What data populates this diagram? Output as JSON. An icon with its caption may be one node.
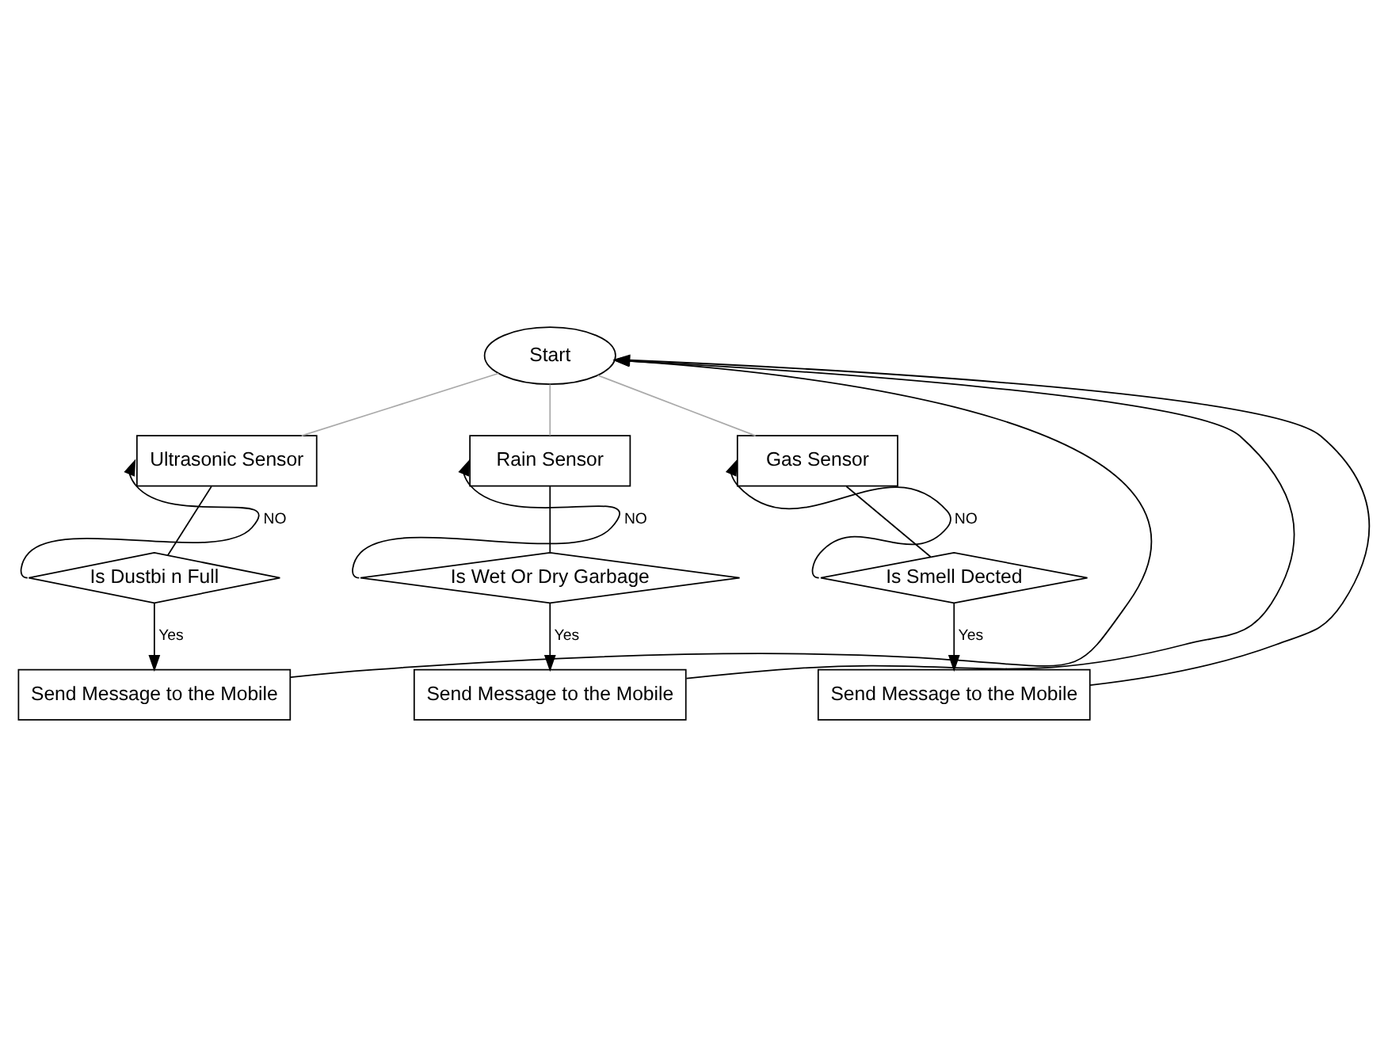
{
  "diagram": {
    "nodes": [
      {
        "text": [
          "Start"
        ]
      },
      {
        "text": [
          "Ultrasonic Sensor"
        ]
      },
      {
        "text": [
          "Rain Sensor"
        ]
      },
      {
        "text": [
          "Gas Sensor"
        ]
      },
      {
        "text": [
          "Is Dustbi n Full"
        ]
      },
      {
        "text": [
          "Is Wet Or Dry Garbage"
        ]
      },
      {
        "text": [
          "Is Smell Dected"
        ]
      },
      {
        "text": [
          "Send Message to the Mobile"
        ]
      },
      {
        "text": [
          "Send Message to the Mobile"
        ]
      },
      {
        "text": [
          "Send Message to the Mobile"
        ]
      }
    ],
    "edges": [
      {
        "from": 0,
        "to": 1,
        "arrow": "none",
        "color": "#aaaaaa"
      },
      {
        "from": 0,
        "to": 2,
        "arrow": "none",
        "color": "#aaaaaa"
      },
      {
        "from": 0,
        "to": 3,
        "arrow": "none",
        "color": "#aaaaaa"
      },
      {
        "from": 1,
        "to": 4,
        "arrow": "none"
      },
      {
        "from": 2,
        "to": 5,
        "arrow": "none"
      },
      {
        "from": 3,
        "to": 6,
        "arrow": "none"
      },
      {
        "from": 4,
        "to": 1,
        "arrow": "to",
        "label": "NO"
      },
      {
        "from": 5,
        "to": 2,
        "arrow": "to",
        "label": "NO"
      },
      {
        "from": 6,
        "to": 3,
        "arrow": "to",
        "label": "NO"
      },
      {
        "from": 4,
        "to": 7,
        "arrow": "to",
        "label": "Yes"
      },
      {
        "from": 5,
        "to": 8,
        "arrow": "to",
        "label": "Yes"
      },
      {
        "from": 6,
        "to": 9,
        "arrow": "to",
        "label": "Yes"
      },
      {
        "from": 7,
        "to": 0,
        "arrow": "to"
      },
      {
        "from": 8,
        "to": 0,
        "arrow": "to"
      },
      {
        "from": 9,
        "to": 0,
        "arrow": "to"
      }
    ]
  }
}
